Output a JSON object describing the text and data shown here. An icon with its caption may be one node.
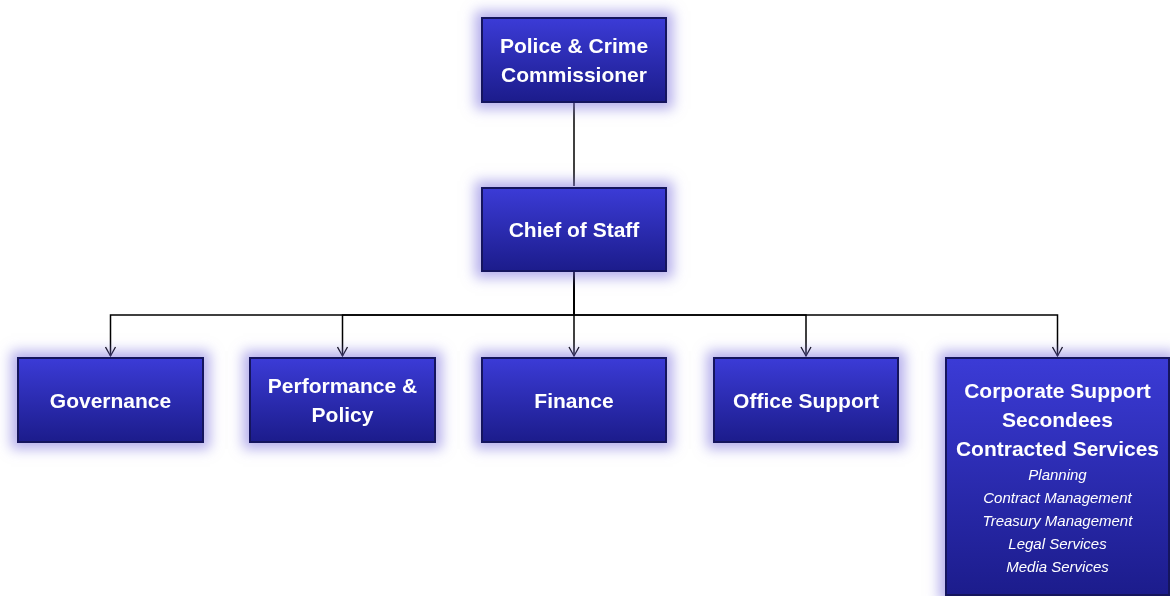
{
  "diagram": {
    "nodes": [
      {
        "text": [
          "Police & Crime Commissioner"
        ]
      },
      {
        "text": [
          "Chief of Staff"
        ]
      },
      {
        "text": [
          "Governance"
        ]
      },
      {
        "text": [
          "Performance & Policy"
        ]
      },
      {
        "text": [
          "Finance"
        ]
      },
      {
        "text": [
          "Office Support"
        ]
      },
      {
        "text": [
          "Corporate Support",
          "Secondees",
          "Contracted Services",
          "Planning",
          "Contract Management",
          "Treasury Management",
          "Legal Services",
          "Media Services"
        ]
      }
    ],
    "edges": [
      {
        "from": 0,
        "to": 1,
        "arrow": "none"
      },
      {
        "from": 1,
        "to": 2,
        "arrow": "to"
      },
      {
        "from": 1,
        "to": 3,
        "arrow": "to"
      },
      {
        "from": 1,
        "to": 4,
        "arrow": "to"
      },
      {
        "from": 1,
        "to": 5,
        "arrow": "to"
      },
      {
        "from": 1,
        "to": 6,
        "arrow": "to"
      }
    ]
  }
}
